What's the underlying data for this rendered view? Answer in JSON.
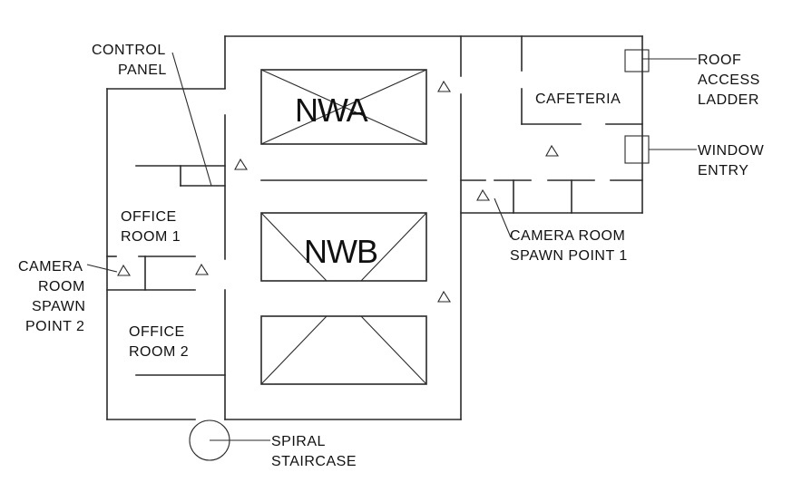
{
  "diagram": {
    "type": "floor-plan",
    "rooms": {
      "nwa": "NWA",
      "nwb": "NWB",
      "cafeteria": "CAFETERIA",
      "office_room_1": [
        "OFFICE",
        "ROOM 1"
      ],
      "office_room_2": [
        "OFFICE",
        "ROOM 2"
      ]
    },
    "callouts": {
      "control_panel": [
        "CONTROL",
        "PANEL"
      ],
      "roof_access_ladder": [
        "ROOF",
        "ACCESS",
        "LADDER"
      ],
      "window_entry": [
        "WINDOW",
        "ENTRY"
      ],
      "camera_room_spawn_point_1": [
        "CAMERA ROOM",
        "SPAWN POINT 1"
      ],
      "camera_room_spawn_point_2": [
        "CAMERA",
        "ROOM",
        "SPAWN",
        "POINT 2"
      ],
      "spiral_staircase": [
        "SPIRAL",
        "STAIRCASE"
      ]
    },
    "marker_symbol": "triangle-marker",
    "colors": {
      "line": "#2a2a2a",
      "text": "#111111",
      "background": "#ffffff"
    }
  }
}
